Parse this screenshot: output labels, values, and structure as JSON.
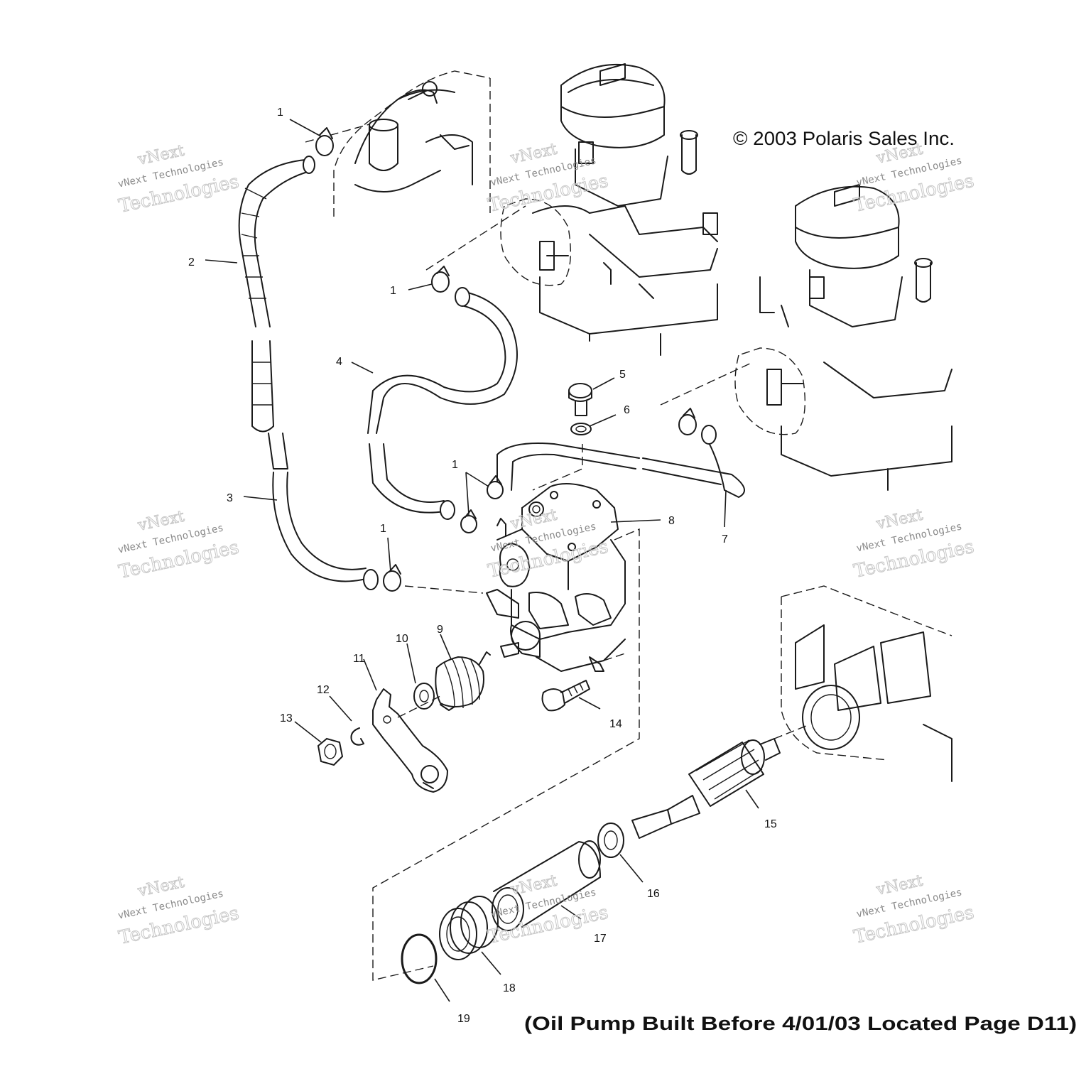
{
  "copyright": "© 2003 Polaris Sales Inc.",
  "footer_note": "(Oil Pump Built Before 4/01/03 Located Page D11)",
  "watermark": {
    "line1": "vNext",
    "line2": "vNext Technologies",
    "line3": "Technologies"
  },
  "callouts": [
    {
      "id": "c1a",
      "label": "1"
    },
    {
      "id": "c1b",
      "label": "1"
    },
    {
      "id": "c1c",
      "label": "1"
    },
    {
      "id": "c1d",
      "label": "1"
    },
    {
      "id": "c2",
      "label": "2"
    },
    {
      "id": "c3",
      "label": "3"
    },
    {
      "id": "c4",
      "label": "4"
    },
    {
      "id": "c5",
      "label": "5"
    },
    {
      "id": "c6",
      "label": "6"
    },
    {
      "id": "c7",
      "label": "7"
    },
    {
      "id": "c8",
      "label": "8"
    },
    {
      "id": "c9",
      "label": "9"
    },
    {
      "id": "c10",
      "label": "10"
    },
    {
      "id": "c11",
      "label": "11"
    },
    {
      "id": "c12",
      "label": "12"
    },
    {
      "id": "c13",
      "label": "13"
    },
    {
      "id": "c14",
      "label": "14"
    },
    {
      "id": "c15",
      "label": "15"
    },
    {
      "id": "c16",
      "label": "16"
    },
    {
      "id": "c17",
      "label": "17"
    },
    {
      "id": "c18",
      "label": "18"
    },
    {
      "id": "c19",
      "label": "19"
    }
  ]
}
